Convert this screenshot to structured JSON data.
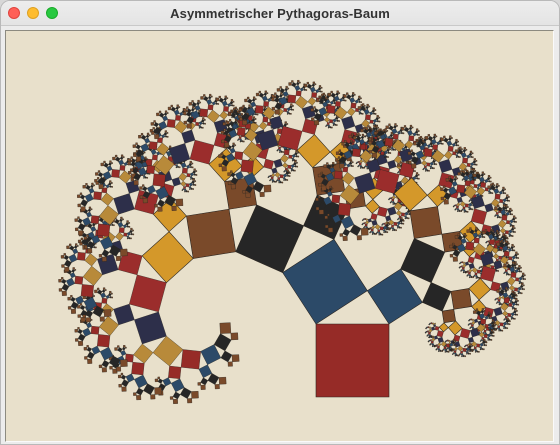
{
  "window": {
    "title": "Asymmetrischer Pythagoras-Baum",
    "controls": [
      "close",
      "minimize",
      "zoom"
    ]
  },
  "canvas": {
    "background": "#e8e0cb",
    "depth": 11,
    "angle_deg": 33,
    "palette": [
      "#962b27",
      "#2c4a68",
      "#262626",
      "#7a4a2a",
      "#d4982a",
      "#9b2d2c",
      "#2d2f4a",
      "#b88a3a"
    ]
  }
}
